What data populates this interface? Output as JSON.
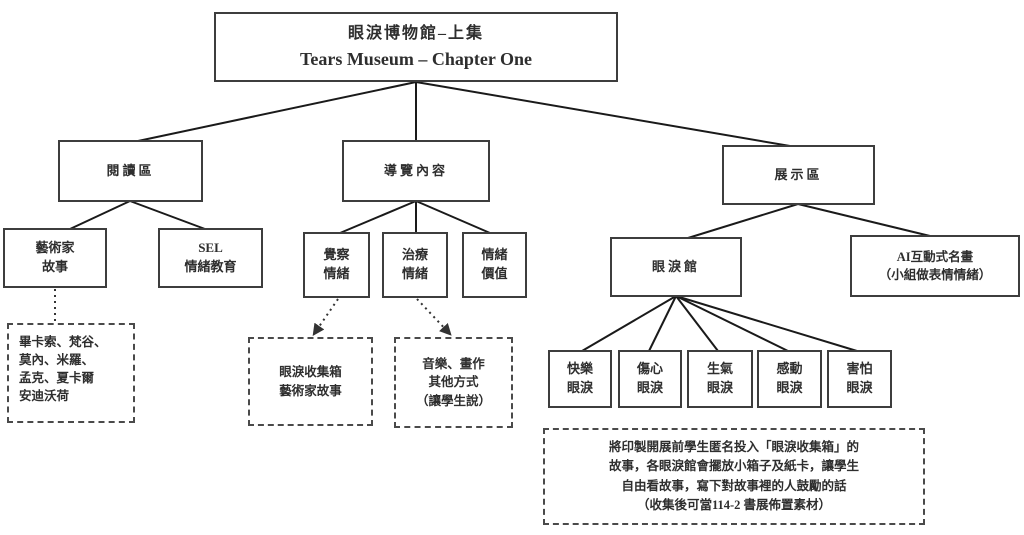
{
  "diagram": {
    "root": {
      "title_zh": "眼淚博物館–上集",
      "title_en": "Tears Museum – Chapter One"
    },
    "level2": {
      "reading": "閱讀區",
      "tour": "導覽內容",
      "display": "展示區"
    },
    "level3": {
      "artist_story": "藝術家\n故事",
      "sel": "SEL\n情緒教育",
      "aware": "覺察\n情緒",
      "heal": "治療\n情緒",
      "value": "情緒\n價值",
      "tears_hall": "眼淚館",
      "ai": "AI互動式名畫\n（小組做表情情緒）"
    },
    "tears": [
      "快樂\n眼淚",
      "傷心\n眼淚",
      "生氣\n眼淚",
      "感動\n眼淚",
      "害怕\n眼淚"
    ],
    "notes": {
      "artists": "畢卡索、梵谷、\n莫內、米羅、\n孟克、夏卡爾\n安迪沃荷",
      "collect": "眼淚收集箱\n藝術家故事",
      "methods": "音樂、畫作\n其他方式\n（讓學生說）",
      "bottom": "將印製開展前學生匿名投入「眼淚收集箱」的\n故事，各眼淚館會擺放小箱子及紙卡，讓學生\n自由看故事，寫下對故事裡的人鼓勵的話\n（收集後可當114-2 書展佈置素材）"
    }
  },
  "colors": {
    "background": "#ffffff",
    "box_border": "#3d3d3d",
    "dashed_border": "#4a4a4a",
    "connector": "#1a1a1a",
    "text": "#2e2e2e"
  }
}
